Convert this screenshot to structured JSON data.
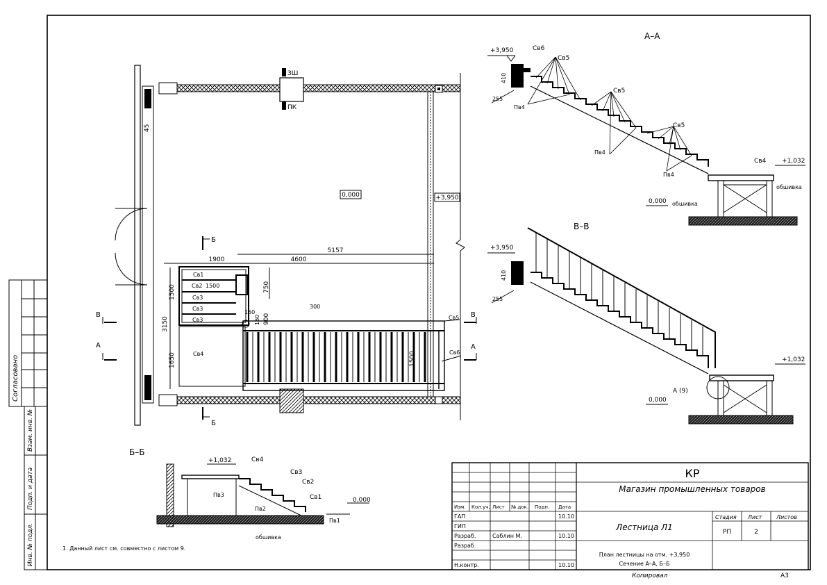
{
  "plan": {
    "mark_level0": "0,000",
    "mark_level_top": "+3,950",
    "section_b": "Б",
    "section_v": "В",
    "section_a": "А",
    "dim_5157": "5157",
    "dim_4600": "4600",
    "dim_1900": "1900",
    "dim_1500a": "1500",
    "dim_1500b": "1500",
    "dim_1500c": "1500",
    "dim_3150": "3150",
    "dim_1650": "1650",
    "dim_750": "750",
    "dim_900": "900",
    "dim_150": "150",
    "dim_160": "160",
    "dim_300": "300",
    "dim_45": "45",
    "label_se1": "Св1",
    "label_se2": "Св2",
    "label_se3a": "Св3",
    "label_se3b": "Св3",
    "label_se3c": "Св3",
    "label_se4": "Св4",
    "label_se5": "Св5",
    "label_se6": "Св6",
    "tag_top1": "ЗШ",
    "tag_top2": "ПК"
  },
  "sectionAA": {
    "title": "А–А",
    "mark_top": "+3,950",
    "mark_mid": "+1,032",
    "mark_zero": "0,000",
    "se6": "Св6",
    "se5a": "Св5",
    "se5b": "Св5",
    "se5c": "Св5",
    "se4": "Св4",
    "pe4a": "Пв4",
    "pe4b": "Пв4",
    "pe4c": "Пв4",
    "dim_255": "255",
    "dim_410": "410",
    "cladding_a": "обшивка",
    "cladding_b": "обшивка"
  },
  "sectionVV": {
    "title": "В–В",
    "mark_top": "+3,950",
    "mark_mid": "+1,032",
    "mark_zero": "0,000",
    "dim_255": "255",
    "dim_410": "410",
    "detail": "А (9)"
  },
  "sectionBB": {
    "title": "Б–Б",
    "mark_mid": "+1,032",
    "mark_zero": "0,000",
    "se4": "Св4",
    "se3": "Св3",
    "se2": "Св2",
    "se1": "Св1",
    "pe3": "Пв3",
    "pe2": "Пв2",
    "pe1": "Пв1",
    "cladding": "обшивка"
  },
  "side": {
    "agreed": "Согласовано",
    "col1": "Взам. инв. №",
    "col2": "Подп. и дата",
    "col3": "Инв. № подл."
  },
  "note": "1. Данный лист см. совместно с листом 9.",
  "stamp": {
    "code": "КР",
    "project": "Магазин промышленных товаров",
    "sheet_title": "Лестница Л1",
    "stage_h": "Стадия",
    "sheet_h": "Лист",
    "sheets_h": "Листов",
    "stage": "РП",
    "sheet": "2",
    "sheets": "",
    "content1": "План лестницы на отм. +3,950",
    "content2": "Сечение А–А, Б–Б",
    "hdr_izm": "Изм.",
    "hdr_kol": "Кол.уч.",
    "hdr_list": "Лист",
    "hdr_doc": "№ док.",
    "hdr_podp": "Подп.",
    "hdr_date": "Дата",
    "r1_role": "ГАП",
    "r1_date": "10.10",
    "r2_role": "ГИП",
    "r3_role": "Разраб.",
    "r3_name": "Саблин М.",
    "r3_date": "10.10",
    "r4_role": "Разраб.",
    "r5_role": "Н.контр.",
    "r5_date": "10.10",
    "copied": "Копировал",
    "format": "А3"
  }
}
